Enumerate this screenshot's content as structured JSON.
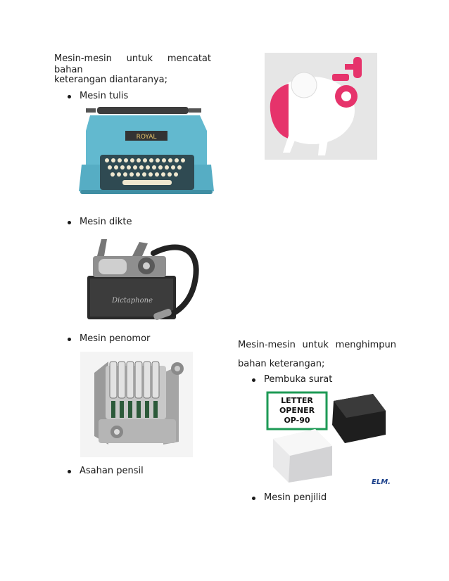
{
  "left": {
    "intro_line1": "Mesin-mesin untuk mencatat bahan",
    "intro_line2": "keterangan diantaranya;",
    "items": [
      {
        "label": "Mesin tulis"
      },
      {
        "label": "Mesin dikte"
      },
      {
        "label": "Mesin penomor"
      },
      {
        "label": "Asahan pensil"
      }
    ]
  },
  "right": {
    "intro_line1": "Mesin-mesin untuk menghimpun",
    "intro_line2": "bahan keterangan;",
    "items": [
      {
        "label": "Pembuka surat"
      },
      {
        "label": "Mesin penjilid"
      }
    ]
  },
  "images": {
    "typewriter": {
      "brand": "ROYAL",
      "icon": "typewriter-image"
    },
    "dictaphone": {
      "brand": "Dictaphone",
      "icon": "dictation-machine-image"
    },
    "numbering": {
      "icon": "numbering-machine-image"
    },
    "sharpener": {
      "icon": "pencil-sharpener-image",
      "accent": "#e6336b"
    },
    "letter_opener": {
      "box_line1": "LETTER",
      "box_line2": "OPENER",
      "box_line3": "OP-90",
      "logo": "ELM.",
      "icon": "letter-opener-image"
    }
  }
}
